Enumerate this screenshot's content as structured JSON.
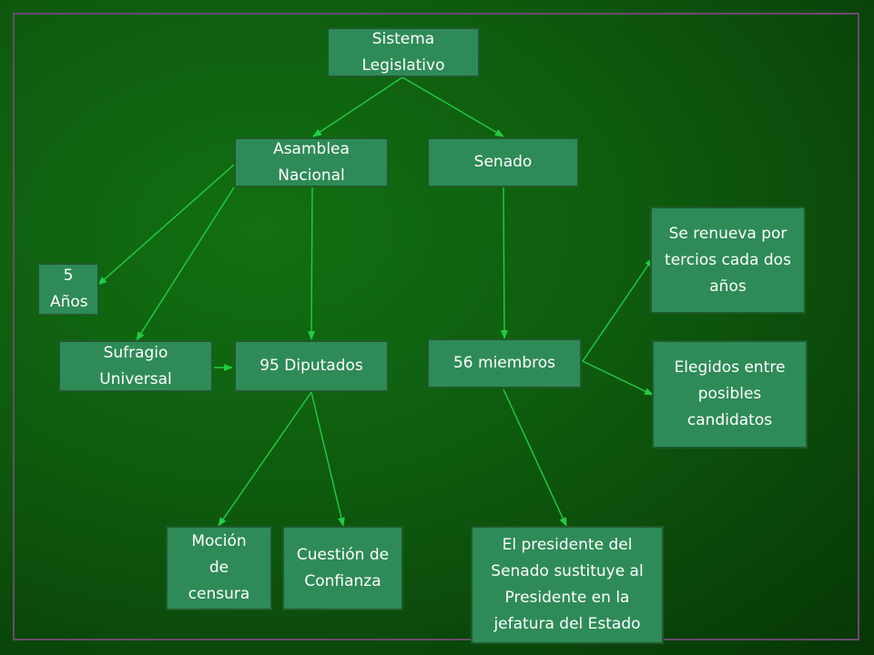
{
  "diagram": {
    "nodes": {
      "sistema_legislativo": "Sistema Legislativo",
      "asamblea_nacional": "Asamblea Nacional",
      "senado": "Senado",
      "cinco_anos": "5 Años",
      "sufragio_universal": "Sufragio Universal",
      "diputados": "95 Diputados",
      "miembros": "56 miembros",
      "renueva_tercios": "Se renueva por tercios cada dos años",
      "elegidos_candidatos": "Elegidos entre posibles candidatos",
      "mocion_censura": "Moción de censura",
      "cuestion_confianza": "Cuestión de Confianza",
      "presidente_senado": "El presidente del Senado sustituye al Presidente en la jefatura del Estado"
    },
    "colors": {
      "node_fill": "#2e8b57",
      "connector": "#22cc44",
      "frame": "#6a4a6e"
    }
  }
}
